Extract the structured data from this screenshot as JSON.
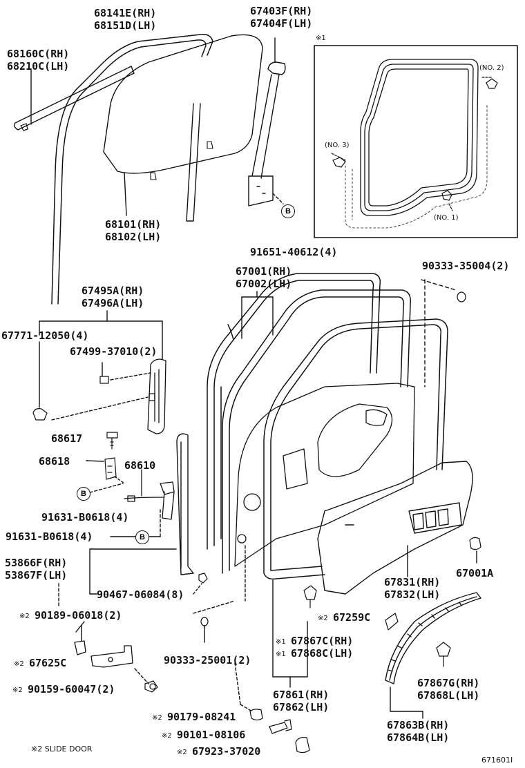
{
  "diagram_code": "671601I",
  "inset_mark": "※1",
  "inset_notes": {
    "no2": "(NO. 2)",
    "no3": "(NO. 3)",
    "no1": "(NO. 1)"
  },
  "footnote": "※2 SLIDE DOOR",
  "callout_letter": "B",
  "parts": {
    "p68141E": "68141E(RH)",
    "p68151D": "68151D(LH)",
    "p68160C": "68160C(RH)",
    "p68210C": "68210C(LH)",
    "p67403F": "67403F(RH)",
    "p67404F": "67404F(LH)",
    "p68101": "68101(RH)",
    "p68102": "68102(LH)",
    "p91651": "91651-40612(4)",
    "p67495A": "67495A(RH)",
    "p67496A": "67496A(LH)",
    "p67771": "67771-12050(4)",
    "p67499": "67499-37010(2)",
    "p67001": "67001(RH)",
    "p67002": "67002(LH)",
    "p90333a": "90333-35004(2)",
    "p68617": "68617",
    "p68618": "68618",
    "p68610": "68610",
    "p91631a": "91631-B0618(4)",
    "p91631b": "91631-B0618(4)",
    "p53866F": "53866F(RH)",
    "p53867F": "53867F(LH)",
    "p90467": "90467-06084(8)",
    "p67831": "67831(RH)",
    "p67832": "67832(LH)",
    "p67001A": "67001A",
    "p90189": "90189-06018(2)",
    "p67259C": "67259C",
    "p67867C": "67867C(RH)",
    "p67868C": "67868C(LH)",
    "p67625C": "67625C",
    "p90333b": "90333-25001(2)",
    "p90159": "90159-60047(2)",
    "p67867G": "67867G(RH)",
    "p67868L": "67868L(LH)",
    "p67861": "67861(RH)",
    "p67862": "67862(LH)",
    "p90179": "90179-08241",
    "p67863B": "67863B(RH)",
    "p67864B": "67864B(LH)",
    "p90101": "90101-08106",
    "p67923": "67923-37020"
  },
  "marks": {
    "m1": "※1",
    "m2": "※2"
  }
}
